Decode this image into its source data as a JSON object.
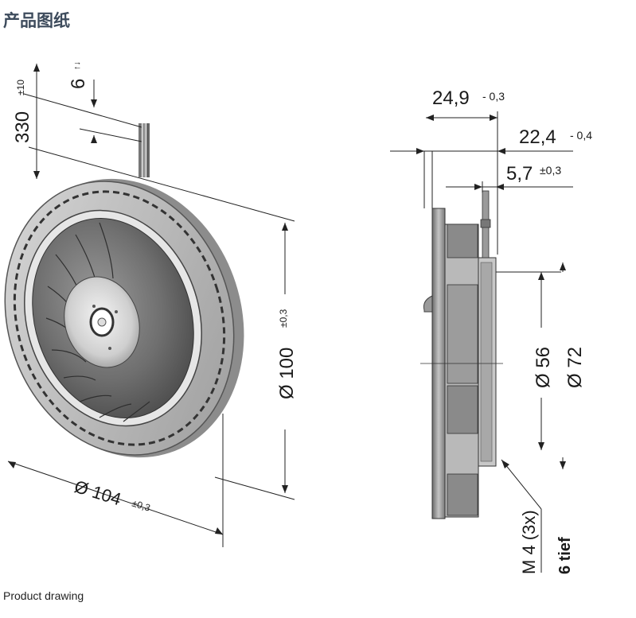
{
  "header": {
    "title": "产品图纸"
  },
  "caption": "Product drawing",
  "dimensions": {
    "cable_length": {
      "value": "330",
      "tol": "±10"
    },
    "strip_length": {
      "value": "6",
      "tol": "↑↓"
    },
    "diameter_outer": {
      "value": "Ø 104",
      "tol": "±0,3"
    },
    "height": {
      "value": "Ø 100",
      "tol": "±0,3"
    },
    "depth_total": {
      "value": "24,9",
      "tol": "- 0,3"
    },
    "depth_body": {
      "value": "22,4",
      "tol": "- 0,4"
    },
    "depth_flange": {
      "value": "5,7",
      "tol": "±0,3"
    },
    "hub_diameter": {
      "value": "Ø 56"
    },
    "bolt_circle": {
      "value": "Ø 72"
    },
    "thread": {
      "value": "M 4 (3x)"
    },
    "thread_depth": {
      "value": "6 tief"
    }
  }
}
